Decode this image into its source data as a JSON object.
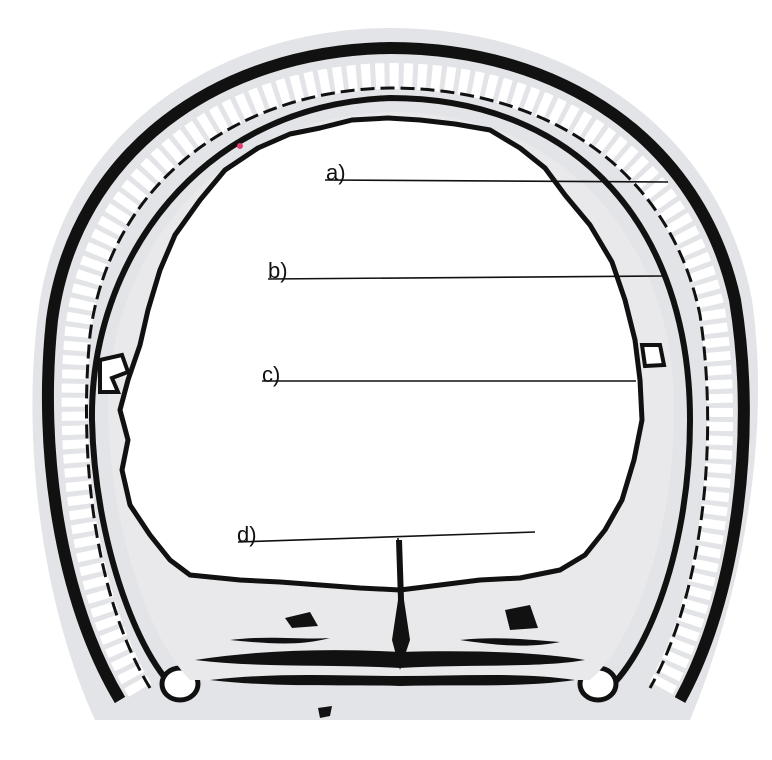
{
  "labels": {
    "a": "a)",
    "b": "b)",
    "c": "c)",
    "d": "d)"
  },
  "colors": {
    "background_halo": "#e3e4e7",
    "outline": "#111111",
    "tissue_fill": "#e9e9ec",
    "lumen": "#ffffff",
    "accent_dot": "#e04070"
  }
}
